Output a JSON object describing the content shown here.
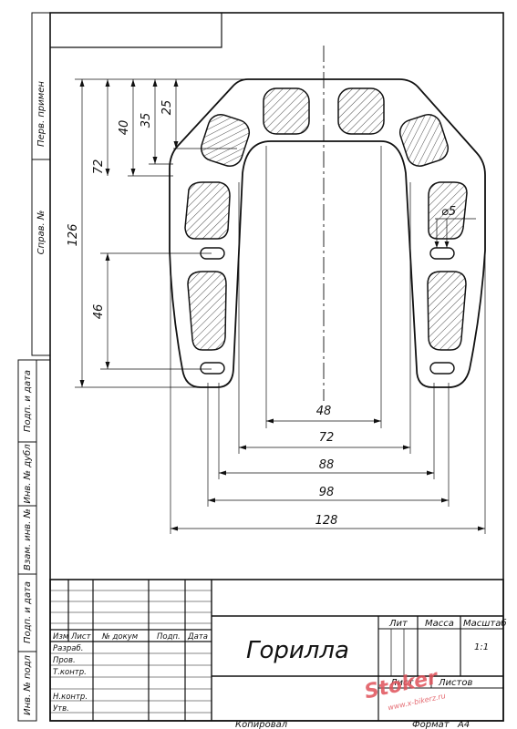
{
  "sheet": {
    "side_labels": [
      "Перв. примен",
      "Справ. №",
      "Подп. и дата",
      "Инв. № дубл",
      "Взам. инв. №",
      "Подп. и дата",
      "Инв. № подл"
    ],
    "bottom": {
      "copied": "Копировал",
      "format_label": "Формат",
      "format_value": "A4"
    }
  },
  "title_block": {
    "designation": "Горилла",
    "col_headers": [
      "Изм",
      "Лист",
      "№ докум",
      "Подп.",
      "Дата"
    ],
    "rows": [
      "Разраб.",
      "Пров.",
      "Т.контр.",
      "Н.контр.",
      "Утв."
    ],
    "lit": "Лит",
    "mass": "Масса",
    "scale_label": "Масштаб",
    "scale_value": "1:1",
    "sheet_label": "Лист",
    "sheets_label": "Листов"
  },
  "dimensions": {
    "vertical": [
      "126",
      "72",
      "40",
      "35",
      "25",
      "46"
    ],
    "horizontal": [
      "48",
      "72",
      "88",
      "98",
      "128"
    ],
    "hole": "⌀5"
  },
  "watermark": {
    "text": "Stoker",
    "url": "www.x-bikerz.ru"
  }
}
